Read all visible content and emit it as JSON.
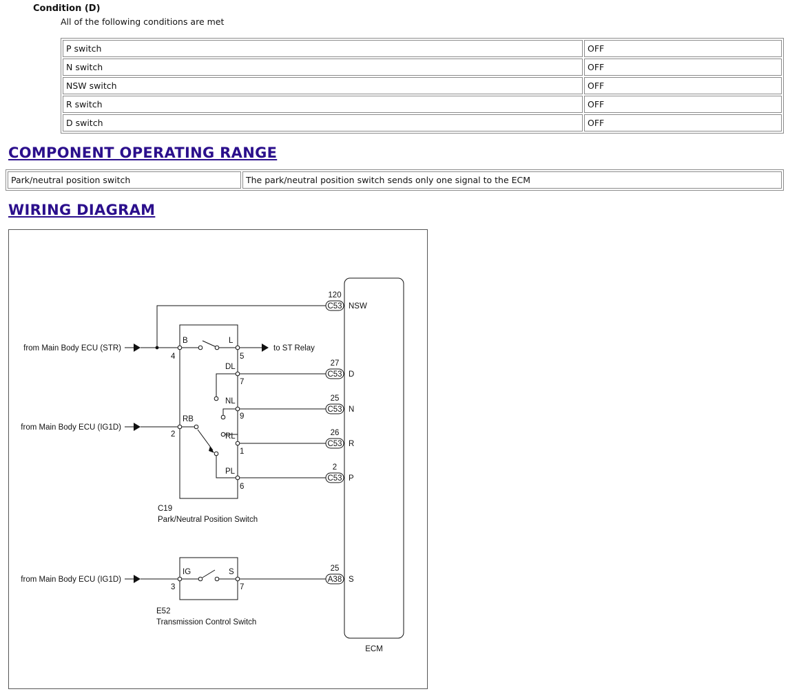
{
  "condition": {
    "title": "Condition (D)",
    "subtitle": "All of the following conditions are met",
    "rows": [
      {
        "item": "P switch",
        "state": "OFF"
      },
      {
        "item": "N switch",
        "state": "OFF"
      },
      {
        "item": "NSW switch",
        "state": "OFF"
      },
      {
        "item": "R switch",
        "state": "OFF"
      },
      {
        "item": "D switch",
        "state": "OFF"
      }
    ]
  },
  "operating_range": {
    "heading": "COMPONENT OPERATING RANGE",
    "component": "Park/neutral position switch",
    "description": "The park/neutral position switch sends only one signal to the ECM"
  },
  "wiring": {
    "heading": "WIRING DIAGRAM",
    "sources": {
      "str": "from Main Body ECU (STR)",
      "ig1d_1": "from Main Body ECU (IG1D)",
      "ig1d_2": "from Main Body ECU (IG1D)",
      "st_relay": "to ST Relay"
    },
    "pn_switch": {
      "code": "C19",
      "name": "Park/Neutral Position Switch",
      "terminals": {
        "B": "B",
        "L": "L",
        "DL": "DL",
        "NL": "NL",
        "RB": "RB",
        "RL": "RL",
        "PL": "PL"
      },
      "pins": {
        "b": "4",
        "l": "5",
        "dl": "7",
        "nl": "9",
        "rb": "2",
        "rl": "1",
        "pl": "6"
      }
    },
    "tc_switch": {
      "code": "E52",
      "name": "Transmission Control Switch",
      "terminals": {
        "IG": "IG",
        "S": "S"
      },
      "pins": {
        "ig": "3",
        "s": "7"
      }
    },
    "ecm": {
      "label": "ECM",
      "connectors": [
        {
          "pin": "120",
          "connector": "C53",
          "signal": "NSW"
        },
        {
          "pin": "27",
          "connector": "C53",
          "signal": "D"
        },
        {
          "pin": "25",
          "connector": "C53",
          "signal": "N"
        },
        {
          "pin": "26",
          "connector": "C53",
          "signal": "R"
        },
        {
          "pin": "2",
          "connector": "C53",
          "signal": "P"
        },
        {
          "pin": "25",
          "connector": "A38",
          "signal": "S"
        }
      ]
    }
  }
}
